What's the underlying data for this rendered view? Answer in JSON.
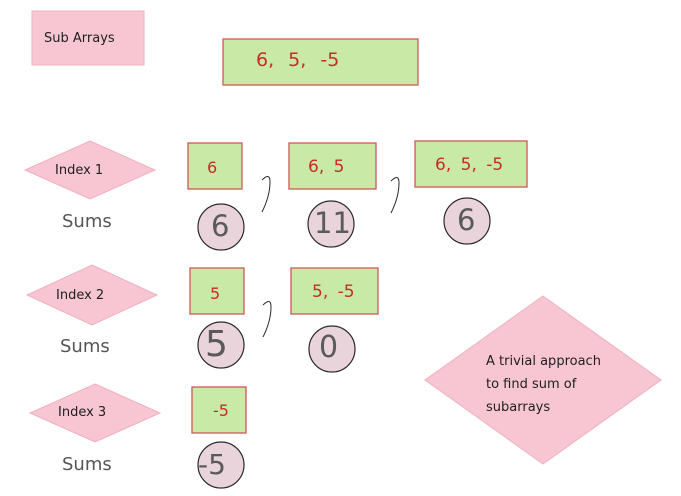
{
  "title_label": "Sub Arrays",
  "array_values": "6, 5, -5",
  "note": {
    "line1": "A trivial approach",
    "line2": "to find sum of",
    "line3": "subarrays"
  },
  "rows": [
    {
      "index_label": "Index 1",
      "sums_label": "Sums",
      "subarrays": [
        "6",
        "6, 5",
        "6, 5, -5"
      ],
      "sums": [
        "6",
        "11",
        "6"
      ]
    },
    {
      "index_label": "Index 2",
      "sums_label": "Sums",
      "subarrays": [
        "5",
        "5, -5"
      ],
      "sums": [
        "5",
        "0"
      ]
    },
    {
      "index_label": "Index 3",
      "sums_label": "Sums",
      "subarrays": [
        "-5"
      ],
      "sums": [
        "-5"
      ]
    }
  ],
  "colors": {
    "pink_fill": "#f7c6d2",
    "green_fill": "#c9eaa6",
    "stroke_red": "#d05656",
    "stroke_dark": "#2a2a2a",
    "text_red": "#c92a2a",
    "circle_fill": "#ead4dc"
  }
}
